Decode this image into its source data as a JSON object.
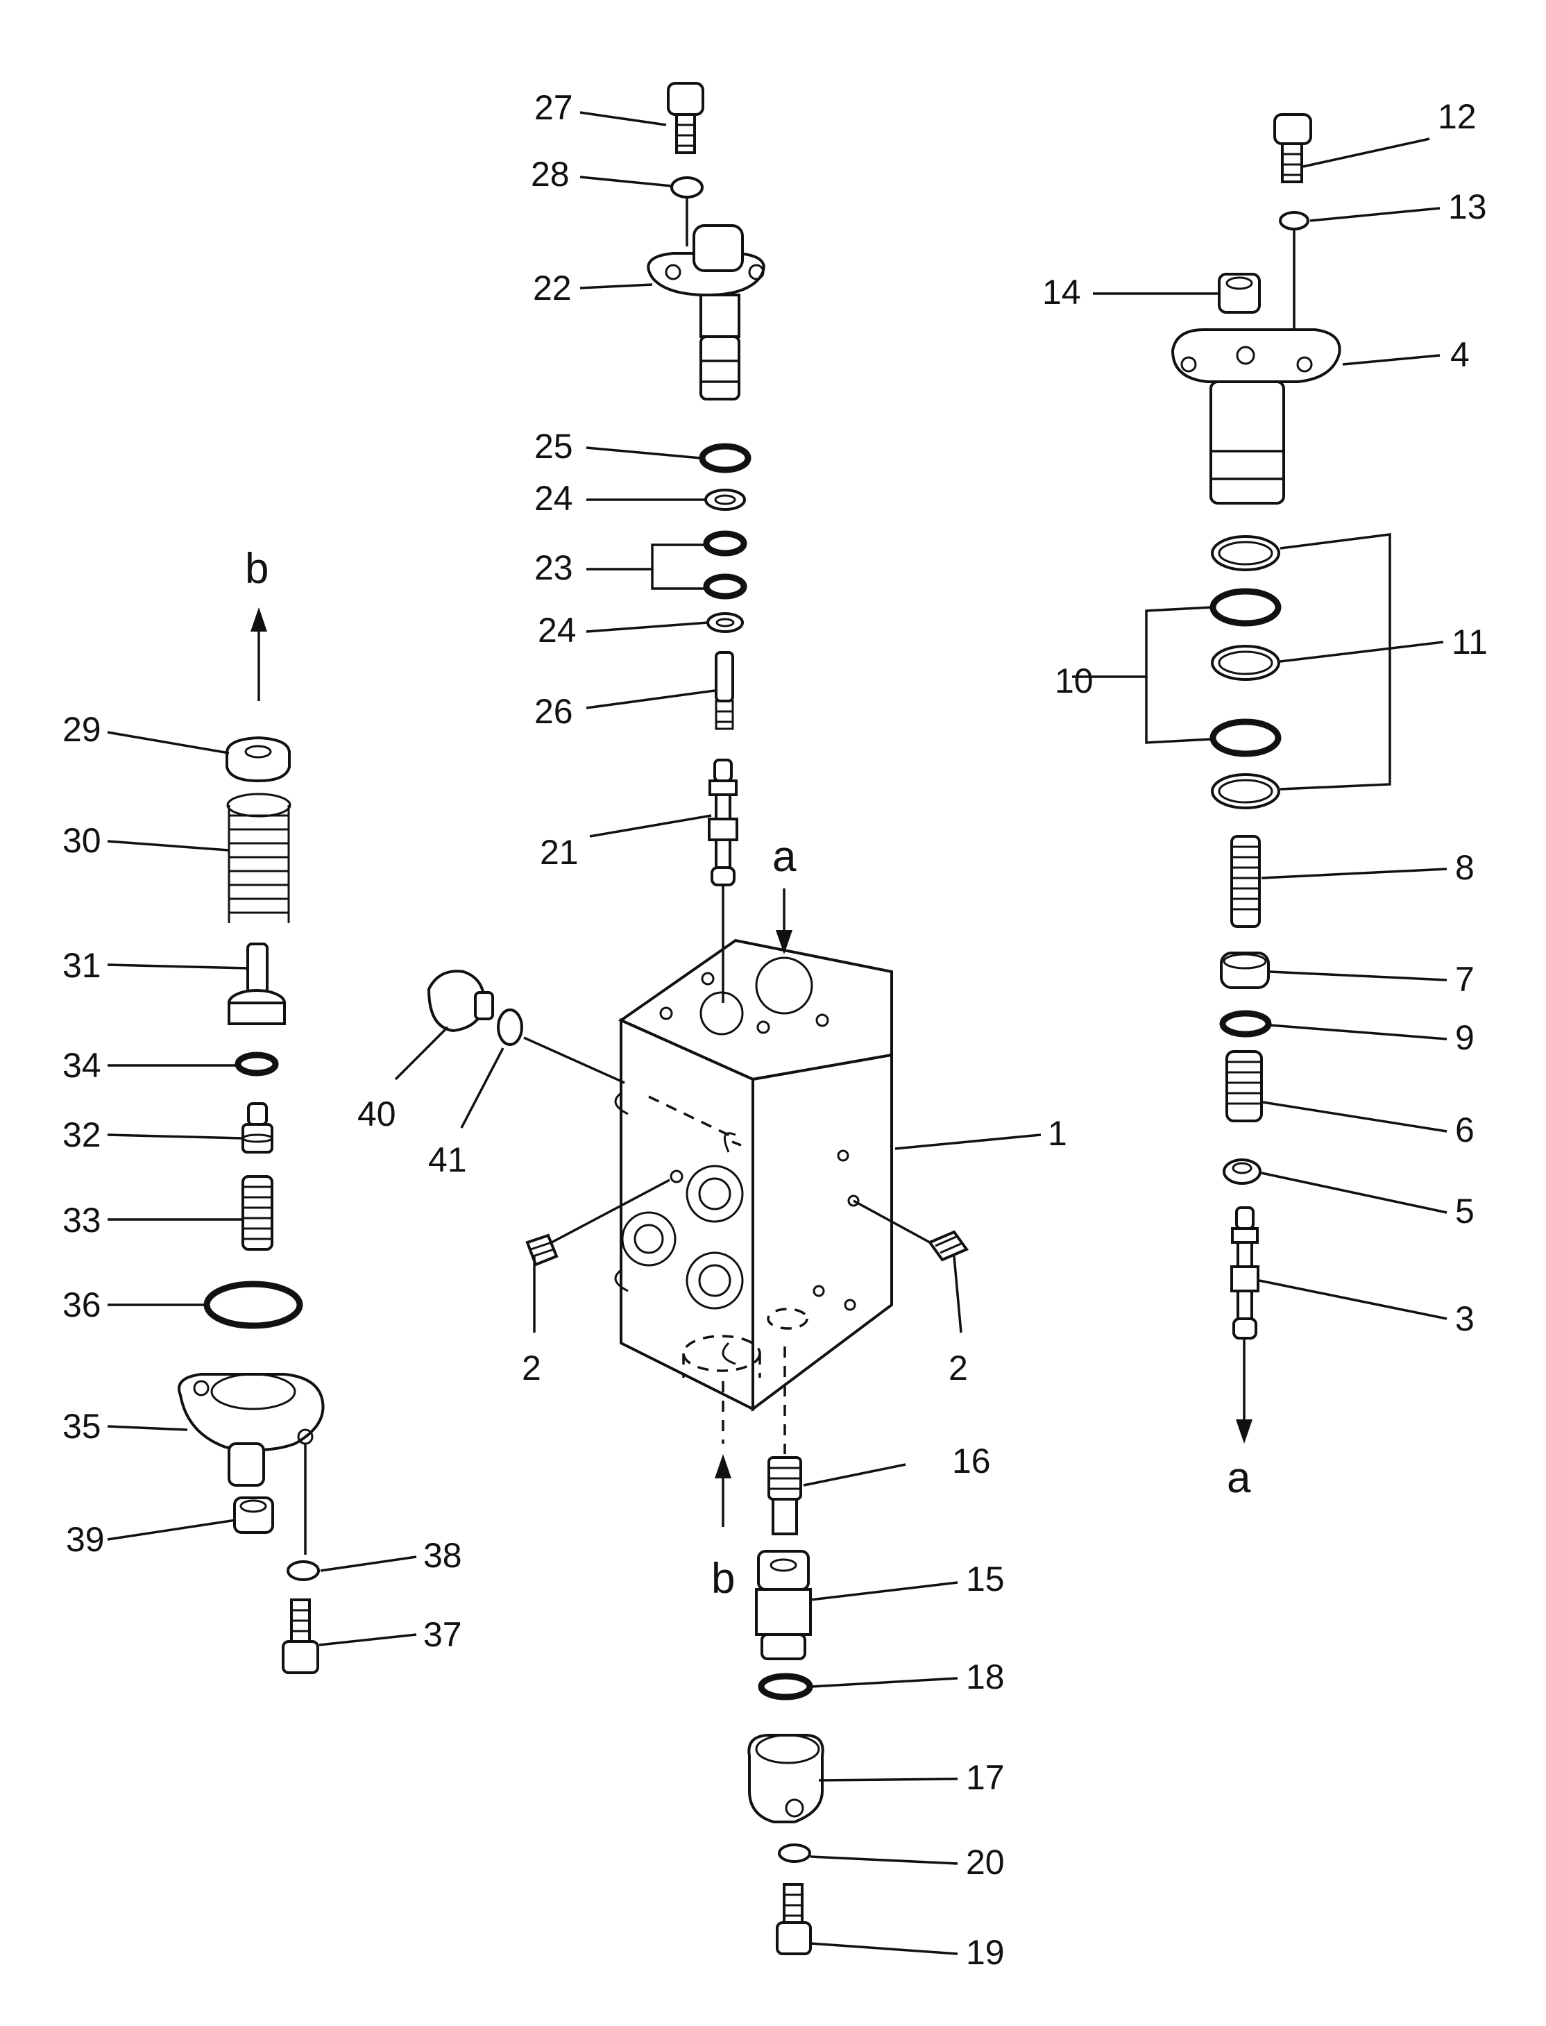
{
  "part_labels": {
    "p1": "1",
    "p2a": "2",
    "p2b": "2",
    "p3": "3",
    "p4": "4",
    "p5": "5",
    "p6": "6",
    "p7": "7",
    "p8": "8",
    "p9": "9",
    "p10": "10",
    "p11": "11",
    "p12": "12",
    "p13": "13",
    "p14": "14",
    "p15": "15",
    "p16": "16",
    "p17": "17",
    "p18": "18",
    "p19": "19",
    "p20": "20",
    "p21": "21",
    "p22": "22",
    "p23": "23",
    "p24a": "24",
    "p24b": "24",
    "p25": "25",
    "p26": "26",
    "p27": "27",
    "p28": "28",
    "p29": "29",
    "p30": "30",
    "p31": "31",
    "p32": "32",
    "p33": "33",
    "p34": "34",
    "p35": "35",
    "p36": "36",
    "p37": "37",
    "p38": "38",
    "p39": "39",
    "p40": "40",
    "p41": "41"
  },
  "flow_markers": {
    "a_top": "a",
    "a_bottom": "a",
    "b_top": "b",
    "b_bottom": "b"
  }
}
